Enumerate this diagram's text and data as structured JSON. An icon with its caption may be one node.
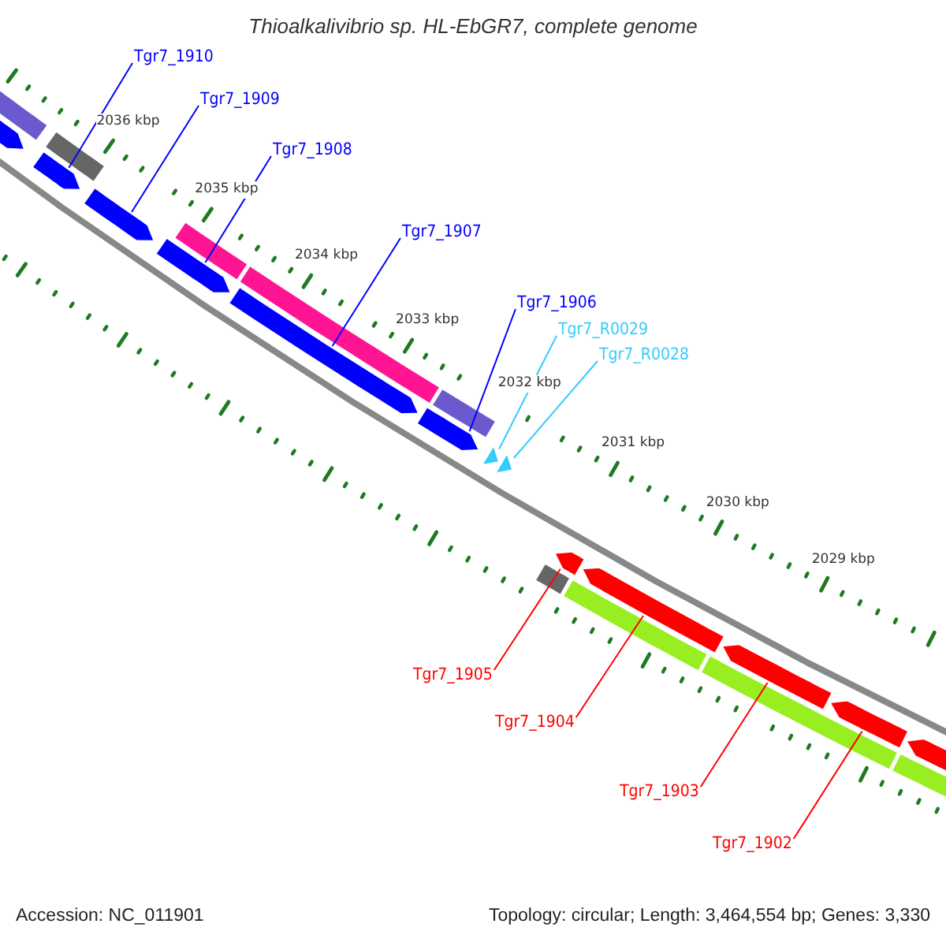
{
  "diagram": {
    "title": "Thioalkalivibrio sp. HL-EbGR7, complete genome",
    "nodes": [
      {
        "text": [
          "Tgr7_1910"
        ]
      },
      {
        "text": [
          "Tgr7_1909"
        ]
      },
      {
        "text": [
          "Tgr7_1908"
        ]
      },
      {
        "text": [
          "Tgr7_1907"
        ]
      },
      {
        "text": [
          "Tgr7_1906"
        ]
      },
      {
        "text": [
          "Tgr7_R0029"
        ]
      },
      {
        "text": [
          "Tgr7_R0028"
        ]
      },
      {
        "text": [
          "Tgr7_1905"
        ]
      },
      {
        "text": [
          "Tgr7_1904"
        ]
      },
      {
        "text": [
          "Tgr7_1903"
        ]
      },
      {
        "text": [
          "Tgr7_1902"
        ]
      },
      {
        "text": [],
        "shape": "arrow"
      },
      {
        "text": [],
        "shape": "arrow"
      },
      {
        "text": [],
        "shape": "arrow"
      },
      {
        "text": [],
        "shape": "arrow"
      },
      {
        "text": [],
        "shape": "arrow"
      },
      {
        "text": [],
        "shape": "triangle"
      },
      {
        "text": [],
        "shape": "triangle"
      },
      {
        "text": [],
        "shape": "arrow"
      },
      {
        "text": [],
        "shape": "arrow"
      },
      {
        "text": [],
        "shape": "arrow"
      },
      {
        "text": [],
        "shape": "arrow"
      },
      {
        "text": [],
        "shape": "box"
      },
      {
        "text": [],
        "shape": "box"
      },
      {
        "text": [],
        "shape": "box"
      },
      {
        "text": [],
        "shape": "box"
      },
      {
        "text": [],
        "shape": "box"
      },
      {
        "text": [],
        "shape": "arrow"
      },
      {
        "text": [],
        "shape": "arrow"
      },
      {
        "text": [],
        "shape": "box"
      },
      {
        "text": [],
        "shape": "box"
      },
      {
        "text": [],
        "shape": "box"
      },
      {
        "text": [],
        "shape": "box"
      }
    ],
    "edges": [
      {
        "from": 0,
        "to": 11,
        "arrow": "none"
      },
      {
        "from": 1,
        "to": 12,
        "arrow": "none"
      },
      {
        "from": 2,
        "to": 13,
        "arrow": "none"
      },
      {
        "from": 3,
        "to": 14,
        "arrow": "none"
      },
      {
        "from": 4,
        "to": 15,
        "arrow": "none"
      },
      {
        "from": 5,
        "to": 16,
        "arrow": "none",
        "color": "#33ccff"
      },
      {
        "from": 6,
        "to": 17,
        "arrow": "none",
        "color": "#33ccff"
      },
      {
        "from": 7,
        "to": 18,
        "arrow": "none",
        "color": "#ff0000"
      },
      {
        "from": 8,
        "to": 19,
        "arrow": "none",
        "color": "#ff0000"
      },
      {
        "from": 9,
        "to": 20,
        "arrow": "none",
        "color": "#ff0000"
      },
      {
        "from": 10,
        "to": 21,
        "arrow": "none",
        "color": "#ff0000"
      }
    ],
    "labels": [
      "2036 kbp",
      "2035 kbp",
      "2034 kbp",
      "2033 kbp",
      "2032 kbp",
      "2031 kbp",
      "2030 kbp",
      "2029 kbp",
      "Accession: NC_011901",
      "Topology: circular; Length: 3,464,554 bp; Genes: 3,330"
    ]
  }
}
